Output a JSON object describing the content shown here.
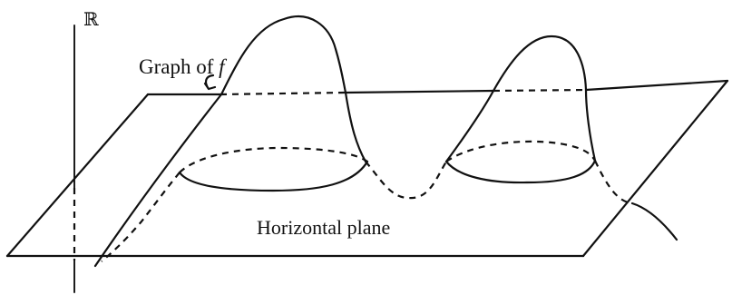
{
  "labels": {
    "axis": "ℝ",
    "graph_prefix": "Graph of ",
    "graph_var": "f",
    "plane": "Horizontal plane"
  }
}
